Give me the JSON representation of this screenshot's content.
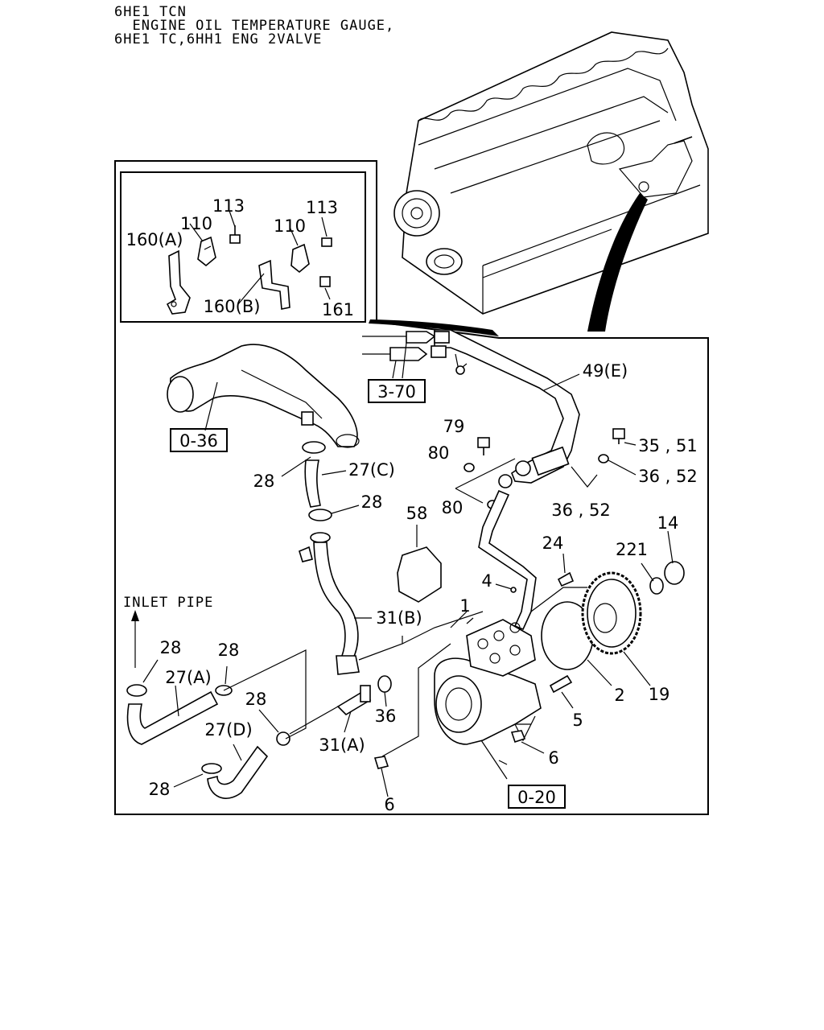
{
  "header": {
    "line1": "6HE1 TCN",
    "line2": "  ENGINE OIL TEMPERATURE GAUGE,",
    "line3": "6HE1 TC,6HH1 ENG 2VALVE"
  },
  "callouts": {
    "p113a": "113",
    "p113b": "113",
    "p110a": "110",
    "p110b": "110",
    "p160a": "160(A)",
    "p160b": "160(B)",
    "p161": "161",
    "p49e": "49(E)",
    "p79": "79",
    "p80a": "80",
    "p80b": "80",
    "p3551": "35 , 51",
    "p3652a": "36 , 52",
    "p3652b": "36 , 52",
    "p58": "58",
    "p28a": "28",
    "p27c": "27(C)",
    "p28b": "28",
    "p24": "24",
    "p14": "14",
    "p221": "221",
    "p4": "4",
    "p1": "1",
    "p31b": "31(B)",
    "inlet": "INLET PIPE",
    "p28c": "28",
    "p28d": "28",
    "p27a": "27(A)",
    "p28e": "28",
    "p27d": "27(D)",
    "p28f": "28",
    "p31a": "31(A)",
    "p36": "36",
    "p2": "2",
    "p19": "19",
    "p5": "5",
    "p6a": "6",
    "p6b": "6"
  },
  "references": {
    "r370": "3-70",
    "r036": "0-36",
    "r020": "0-20"
  }
}
